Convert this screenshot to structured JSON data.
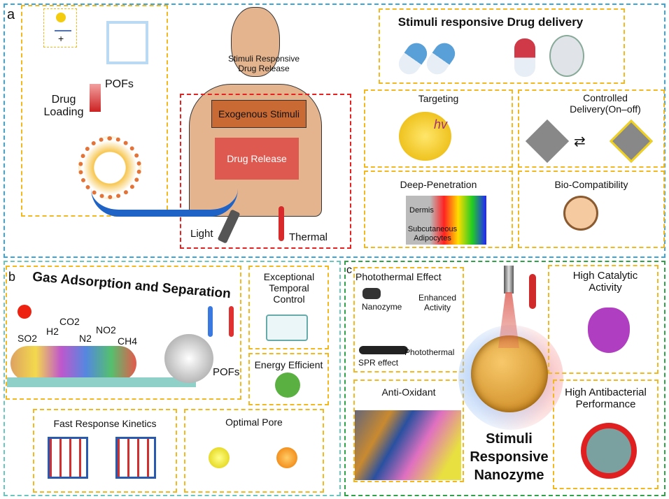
{
  "panel_a": {
    "label": "a",
    "pofs": "POFs",
    "drug_loading": "Drug Loading",
    "plus": "+",
    "stimuli_release": "Stimuli Responsive Drug Release",
    "exogenous": "Exogenous Stimuli",
    "drug_release": "Drug Release",
    "light": "Light",
    "thermal": "Thermal",
    "delivery_title": "Stimuli responsive Drug delivery",
    "targeting": "Targeting",
    "hv": "hv",
    "controlled": "Controlled Delivery(On–off)",
    "deep": "Deep-Penetration",
    "dermis": "Dermis",
    "subcutaneous": "Subcutaneous Adipocytes",
    "biocompat": "Bio-Compatibility"
  },
  "panel_b": {
    "label": "b",
    "gas_title": "Gas Adsorption and Separation",
    "gases": [
      "SO2",
      "H2",
      "CO2",
      "N2",
      "NO2",
      "CH4"
    ],
    "pofs": "POFs",
    "temporal": "Exceptional Temporal Control",
    "energy": "Energy Efficient",
    "fast": "Fast Response Kinetics",
    "pore": "Optimal Pore"
  },
  "panel_c": {
    "label": "c",
    "photothermal_title": "Photothermal Effect",
    "nanozyme": "Nanozyme",
    "enhanced": "Enhanced Activity",
    "photothermal": "Photothermal",
    "spr": "SPR effect",
    "antioxidant": "Anti-Oxidant",
    "catalytic": "High Catalytic Activity",
    "antibacterial": "High Antibacterial Performance",
    "center_title": "Stimuli Responsive Nanozyme"
  },
  "colors": {
    "panel_a_border": "#3aa6dc",
    "panel_b_border": "#6cc6c0",
    "panel_c_border": "#2fa24a",
    "box_border": "#f2b821",
    "red_box": "#e52222"
  }
}
